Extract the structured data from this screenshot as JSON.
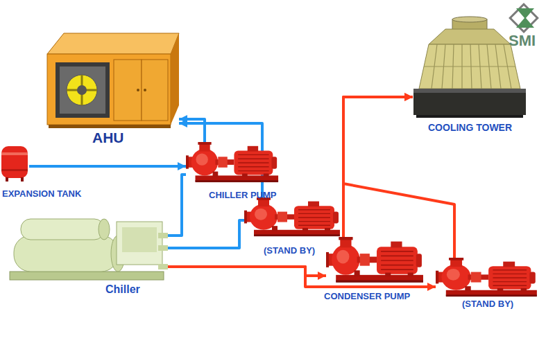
{
  "diagram": {
    "nodes": [
      {
        "text": [
          "AHU"
        ]
      },
      {
        "text": [
          "COOLING TOWER"
        ]
      },
      {
        "text": [
          "EXPANSION TANK"
        ]
      },
      {
        "text": [
          "CHILLER PUMP"
        ]
      },
      {
        "text": [
          "(STAND BY)"
        ]
      },
      {
        "text": [
          "Chiller"
        ]
      },
      {
        "text": [
          "CONDENSER PUMP"
        ]
      },
      {
        "text": [
          "(STAND BY)"
        ]
      }
    ],
    "edges": [
      {
        "from": 3,
        "to": 0,
        "arrow": "to"
      },
      {
        "from": 4,
        "to": 0,
        "arrow": "to"
      },
      {
        "from": 2,
        "to": 3,
        "arrow": "to"
      },
      {
        "from": 5,
        "to": 3,
        "arrow": "none"
      },
      {
        "from": 5,
        "to": 4,
        "arrow": "none"
      },
      {
        "from": 5,
        "to": 6,
        "arrow": "to"
      },
      {
        "from": 5,
        "to": 7,
        "arrow": "to"
      },
      {
        "from": 6,
        "to": 1,
        "arrow": "to"
      },
      {
        "from": 7,
        "to": 1,
        "arrow": "to"
      }
    ],
    "labels": [
      "SMI"
    ]
  }
}
